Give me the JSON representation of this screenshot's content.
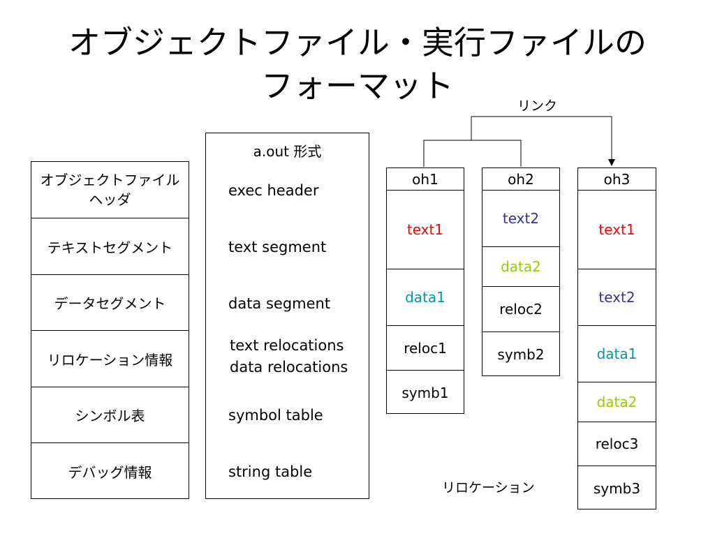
{
  "title": {
    "line1": "オブジェクトファイル・実行ファイルの",
    "line2": "フォーマット"
  },
  "object_file_segments": [
    "オブジェクトファイル\nヘッダ",
    "テキストセグメント",
    "データセグメント",
    "リロケーション情報",
    "シンボル表",
    "デバッグ情報"
  ],
  "aout": {
    "title": "a.out 形式",
    "items": [
      "exec header",
      "text segment",
      "data segment",
      "text relocations",
      "data relocations",
      "symbol table",
      "string table"
    ]
  },
  "link_label": "リンク",
  "relocation_label": "リロケーション",
  "oh1": {
    "header": "oh1",
    "cells": [
      "text1",
      "data1",
      "reloc1",
      "symb1"
    ]
  },
  "oh2": {
    "header": "oh2",
    "cells": [
      "text2",
      "data2",
      "reloc2",
      "symb2"
    ]
  },
  "oh3": {
    "header": "oh3",
    "cells": [
      "text1",
      "text2",
      "data1",
      "data2",
      "reloc3",
      "symb3"
    ]
  },
  "colors": {
    "text1": "#ff0000",
    "text2": "#333399",
    "data1": "#009999",
    "data2": "#99cc00"
  }
}
